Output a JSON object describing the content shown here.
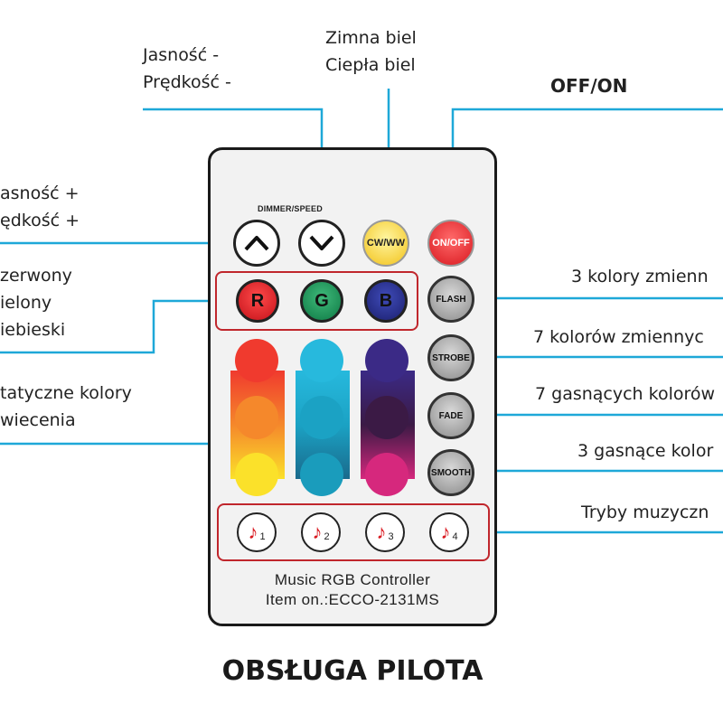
{
  "labels": {
    "dim_minus": [
      "Jasność -",
      "Prędkość -"
    ],
    "cw_ww": [
      "Zimna biel",
      "Ciepła biel"
    ],
    "off_on": "OFF/ON",
    "dim_plus": [
      "asność +",
      "ędkość +"
    ],
    "rgb": [
      "zerwony",
      "ielony",
      "iebieski"
    ],
    "static": [
      "tatyczne kolory",
      "wiecenia"
    ],
    "flash": "3 kolory zmienn",
    "strobe": "7 kolorów zmiennyc",
    "fade": "7 gasnących kolorów",
    "smooth": "3 gasnące kolor",
    "music": "Tryby muzyczn"
  },
  "remote": {
    "dimmer_label": "DIMMER/SPEED",
    "cw_label": "CW/WW",
    "onoff_label": "ON/OFF",
    "r_label": "R",
    "g_label": "G",
    "b_label": "B",
    "flash_label": "FLASH",
    "strobe_label": "STROBE",
    "fade_label": "FADE",
    "smooth_label": "SMOOTH",
    "music_buttons": [
      "1",
      "2",
      "3",
      "4"
    ],
    "model_line1": "Music RGB Controller",
    "model_line2": "Item on.:ECCO-2131MS"
  },
  "colors": {
    "accent_line": "#1ea8d8",
    "frame_red": "#c0262c",
    "red_col": [
      "#f03a2e",
      "#f5882b",
      "#fbe12a"
    ],
    "cyan_col": [
      "#27b9dd",
      "#1ba2c4",
      "#1a9cbc"
    ],
    "purple_col": [
      "#3b2a86",
      "#3b1a45",
      "#d6287d"
    ]
  },
  "title": "OBSŁUGA PILOTA"
}
